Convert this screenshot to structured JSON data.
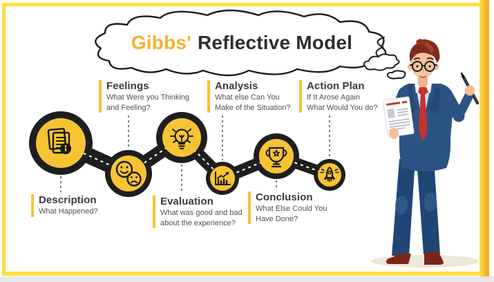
{
  "title": {
    "part1": "Gibbs'",
    "part2": "Reflective Model"
  },
  "stages": [
    {
      "name": "Description",
      "question": "What Happened?",
      "icon": "document-info-icon"
    },
    {
      "name": "Feelings",
      "question": "What Were you Thinking\nand Feeling?",
      "icon": "emotions-icon"
    },
    {
      "name": "Evaluation",
      "question": "What was good and bad\nabout the experience?",
      "icon": "lightbulb-icon"
    },
    {
      "name": "Analysis",
      "question": "What else Can You\nMake of the Situation?",
      "icon": "growth-chart-icon"
    },
    {
      "name": "Conclusion",
      "question": "What Else Could You\nHave Done?",
      "icon": "trophy-icon"
    },
    {
      "name": "Action Plan",
      "question": "If It Arose Again\nWhat Would You do?",
      "icon": "rocket-icon"
    }
  ],
  "colors": {
    "accent_yellow": "#F6C433",
    "frame_yellow": "#FFDE3B",
    "ring_black": "#1E1E1E",
    "heading_text": "#3A3A3A",
    "body_text": "#4F4F4F",
    "title_yellow": "#F2B32A",
    "title_dark": "#2E2E2E",
    "suit_blue": "#2B5383",
    "tie_red": "#C63331"
  }
}
